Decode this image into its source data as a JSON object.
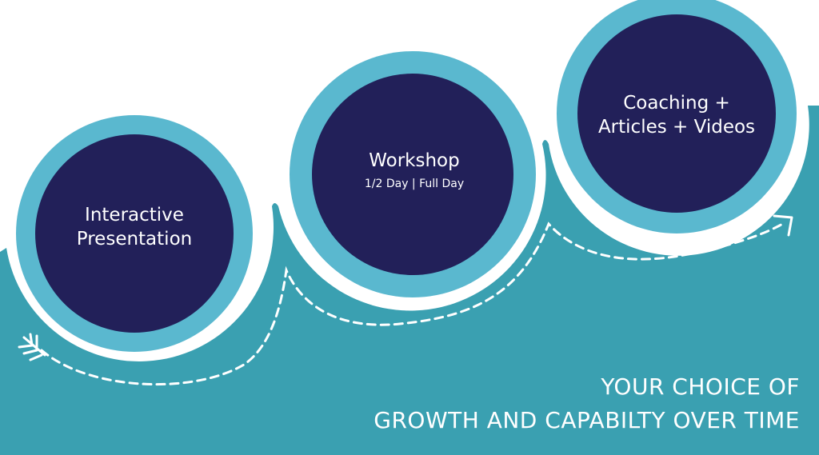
{
  "steps": [
    {
      "title": "Interactive\nPresentation",
      "subtitle": ""
    },
    {
      "title": "Workshop",
      "subtitle": "1/2 Day | Full Day"
    },
    {
      "title": "Coaching +\nArticles + Videos",
      "subtitle": ""
    }
  ],
  "caption": {
    "line1": "YOUR CHOICE OF",
    "line2": "GROWTH AND CAPABILTY OVER TIME"
  },
  "colors": {
    "wave": "#3aa0b1",
    "ring": "#5ab8cf",
    "circle": "#222059",
    "text": "#ffffff",
    "path": "#ffffff"
  },
  "icons": {
    "start": "arrow-fletching-icon",
    "end": "arrow-head-icon"
  }
}
